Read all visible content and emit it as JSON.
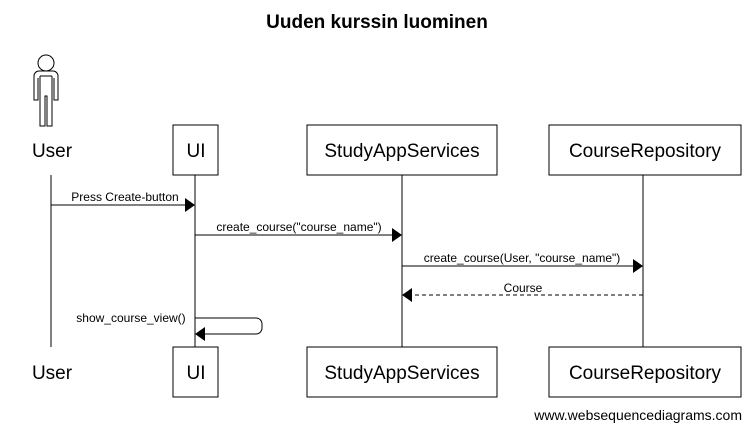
{
  "diagram": {
    "title": "Uuden kurssin luominen",
    "watermark": "www.websequencediagrams.com",
    "participants": [
      {
        "id": "user",
        "label": "User",
        "kind": "actor"
      },
      {
        "id": "ui",
        "label": "UI",
        "kind": "box"
      },
      {
        "id": "services",
        "label": "StudyAppServices",
        "kind": "box"
      },
      {
        "id": "repo",
        "label": "CourseRepository",
        "kind": "box"
      }
    ],
    "messages": [
      {
        "from": "user",
        "to": "ui",
        "label": "Press Create-button",
        "style": "solid"
      },
      {
        "from": "ui",
        "to": "services",
        "label": "create_course(\"course_name\")",
        "style": "solid"
      },
      {
        "from": "services",
        "to": "repo",
        "label": "create_course(User, \"course_name\")",
        "style": "solid"
      },
      {
        "from": "repo",
        "to": "services",
        "label": "Course",
        "style": "dashed"
      },
      {
        "from": "ui",
        "to": "ui",
        "label": "show_course_view()",
        "style": "solid"
      }
    ]
  }
}
